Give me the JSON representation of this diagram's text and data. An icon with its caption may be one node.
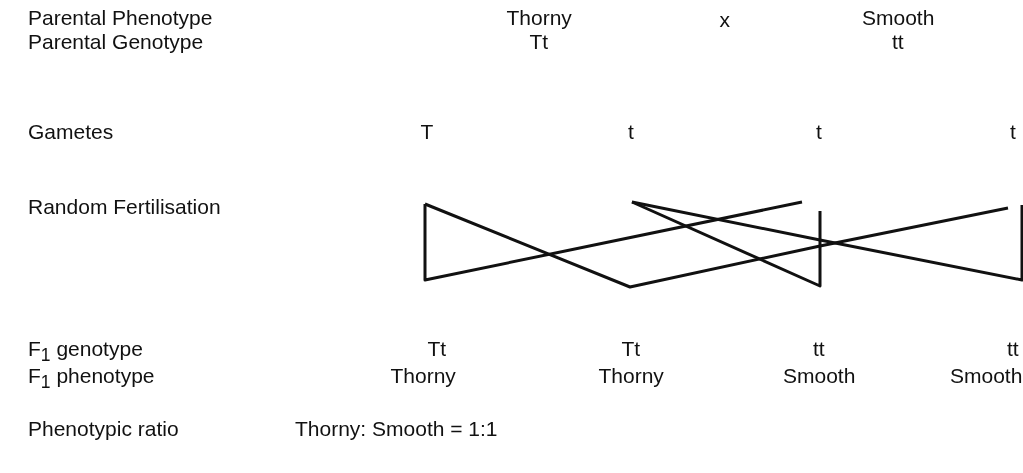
{
  "diagram": {
    "labels": [
      "Parental Phenotype",
      "Thorny",
      "x",
      "Smooth",
      "Parental Genotype",
      "Tt",
      "tt",
      "Gametes",
      "T",
      "t",
      "t",
      "t",
      "Random Fertilisation",
      "F$_{1}$ genotype",
      "Tt",
      "Tt",
      "tt",
      "tt",
      "F$_{1}$ phenotype",
      "Thorny",
      "Thorny",
      "Smooth",
      "Smooth",
      "Phenotypic ratio",
      "Thorny: Smooth = 1:1"
    ]
  }
}
